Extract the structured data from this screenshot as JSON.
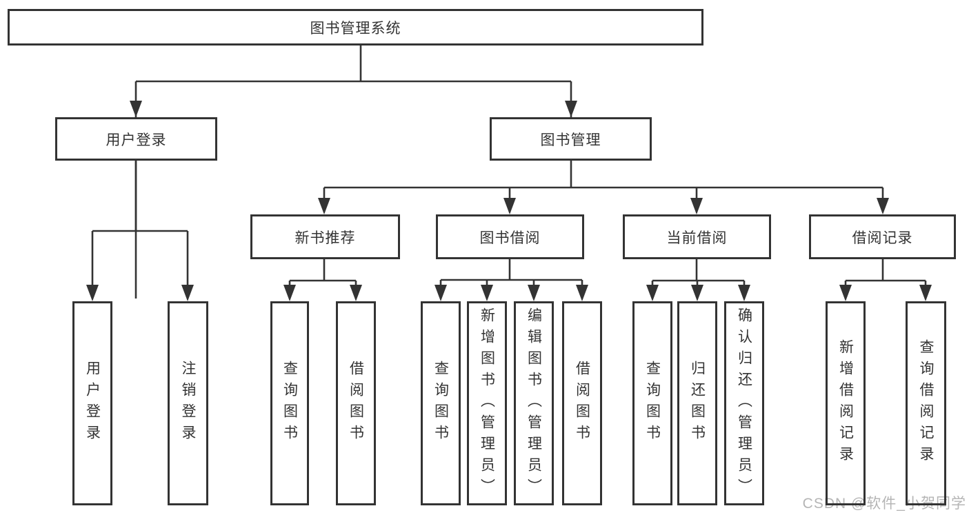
{
  "diagram": {
    "root": {
      "label": "图书管理系统"
    },
    "level2": [
      {
        "label": "用户登录"
      },
      {
        "label": "图书管理"
      }
    ],
    "level3": [
      {
        "label": "新书推荐"
      },
      {
        "label": "图书借阅"
      },
      {
        "label": "当前借阅"
      },
      {
        "label": "借阅记录"
      }
    ],
    "leaves": {
      "user_login": [
        {
          "label": "用户登录"
        },
        {
          "label": "注销登录"
        }
      ],
      "new_book": [
        {
          "label": "查询图书"
        },
        {
          "label": "借阅图书"
        }
      ],
      "book_borrow": [
        {
          "label": "查询图书"
        },
        {
          "label": "新增图书（管理员）"
        },
        {
          "label": "编辑图书（管理员）"
        },
        {
          "label": "借阅图书"
        }
      ],
      "current_borrow": [
        {
          "label": "查询图书"
        },
        {
          "label": "归还图书"
        },
        {
          "label": "确认归还（管理员）"
        }
      ],
      "borrow_records": [
        {
          "label": "新增借阅记录"
        },
        {
          "label": "查询借阅记录"
        }
      ]
    }
  },
  "watermark": {
    "text": "CSDN @软件_小贺同学"
  },
  "colors": {
    "line": "#333333",
    "border": "#333333",
    "text": "#333333",
    "watermark": "#b5b5b5",
    "background": "#ffffff"
  }
}
